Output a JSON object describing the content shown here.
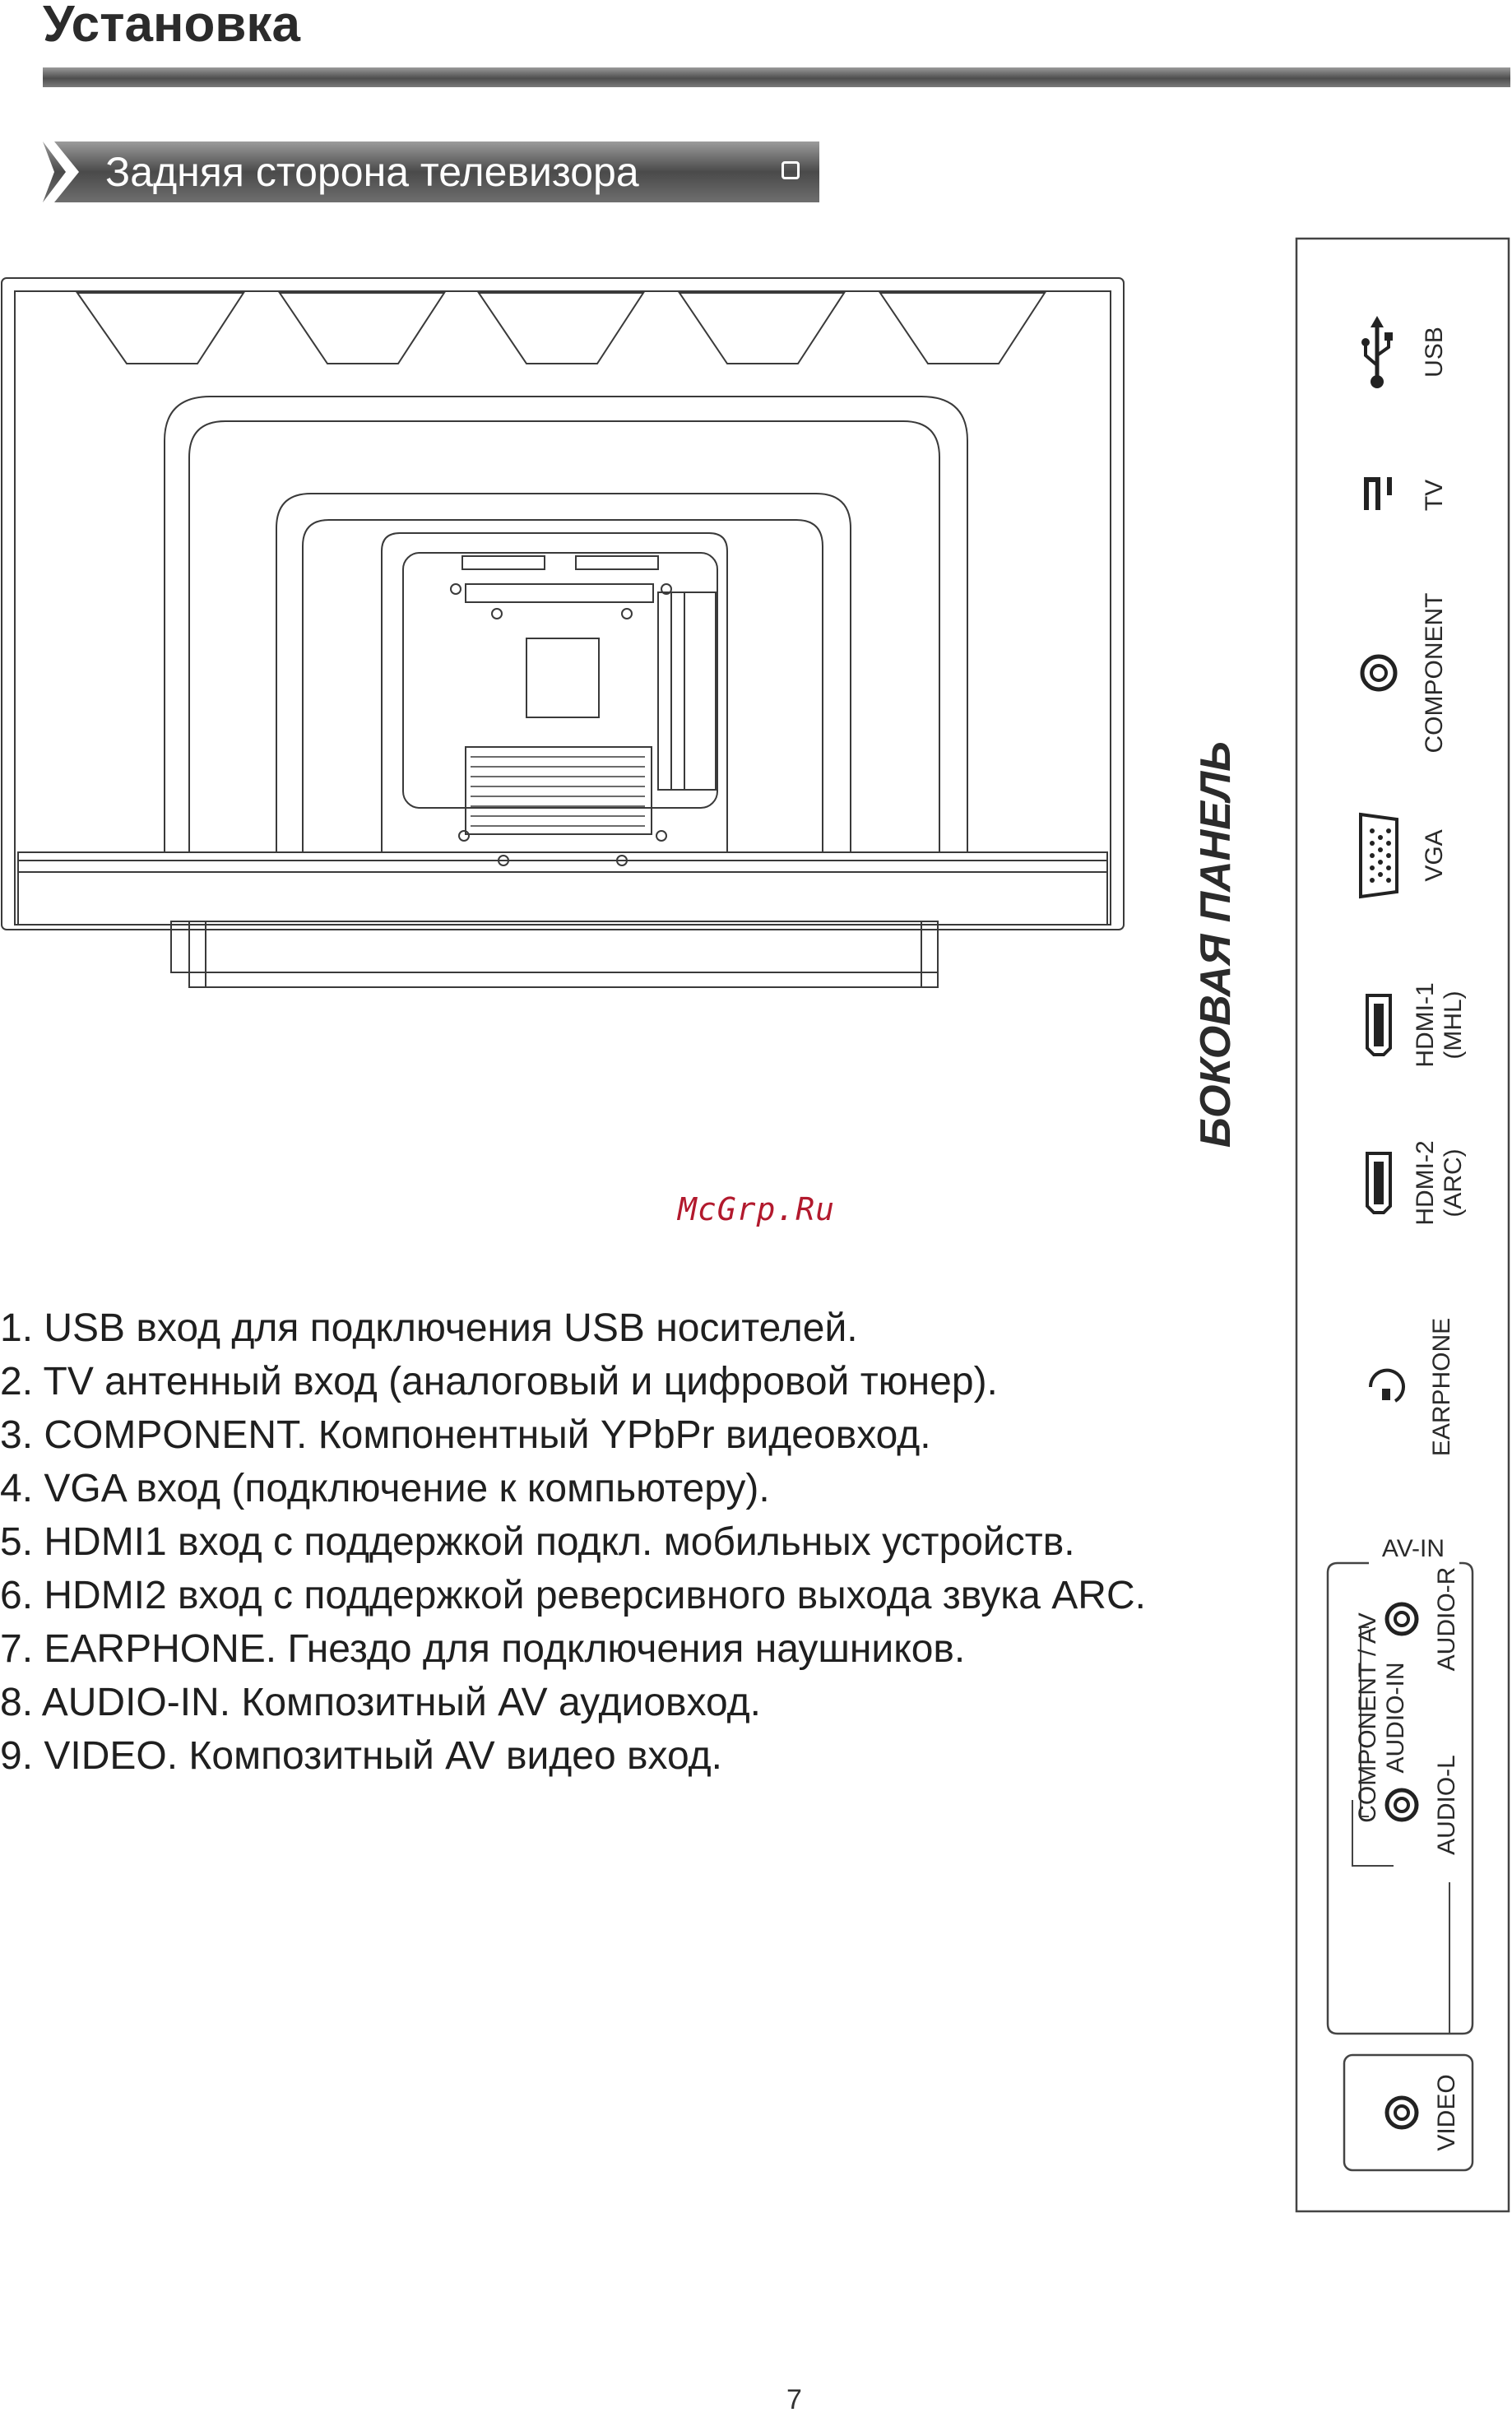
{
  "page": {
    "title": "Установка",
    "section": "Задняя сторона телевизора",
    "side_panel_title": "БОКОВАЯ ПАНЕЛЬ",
    "watermark": "McGrp.Ru",
    "page_number": "7"
  },
  "ports": {
    "usb": "USB",
    "tv": "TV",
    "component": "COMPONENT",
    "vga": "VGA",
    "hdmi1_line1": "HDMI-1",
    "hdmi1_line2": "(MHL)",
    "hdmi2_line1": "HDMI-2",
    "hdmi2_line2": "(ARC)",
    "earphone": "EARPHONE",
    "av_in": "AV-IN",
    "component_av": "COMPONENT / AV",
    "audio_in": "AUDIO-IN",
    "audio_r": "AUDIO-R",
    "audio_l": "AUDIO-L",
    "video": "VIDEO"
  },
  "items": [
    "1. USB вход для подключения USB носителей.",
    "2. TV антенный вход (аналоговый и цифровой тюнер).",
    "3. COMPONENT. Компонентный YPbPr видеовход.",
    "4. VGA вход (подключение к компьютеру).",
    "5. HDMI1 вход с поддержкой подкл. мобильных устройств.",
    "6. HDMI2 вход с поддержкой реверсивного выхода звука ARC.",
    "7. EARPHONE. Гнездо для подключения наушников.",
    "8. AUDIO-IN. Композитный AV аудиовход.",
    "9. VIDEO. Композитный AV видео вход."
  ]
}
